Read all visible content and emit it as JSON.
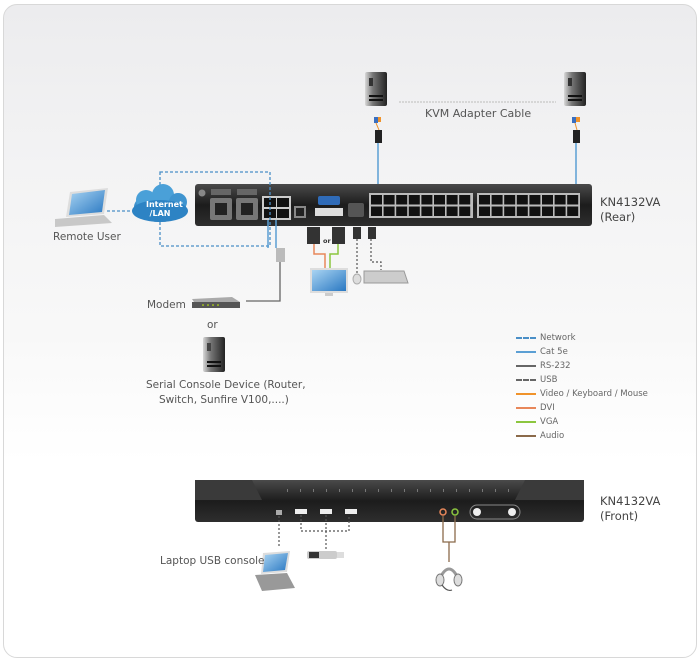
{
  "diagram": {
    "kvm_cable_label": "KVM Adapter Cable",
    "rear_unit": {
      "model": "KN4132VA",
      "view": "(Rear)"
    },
    "front_unit": {
      "model": "KN4132VA",
      "view": "(Front)"
    },
    "remote_user_label": "Remote User",
    "cloud_label_line1": "Internet",
    "cloud_label_line2": "/LAN",
    "modem_label": "Modem",
    "or_label": "or",
    "or_small_label": "or",
    "serial_device_line1": "Serial Console Device (Router,",
    "serial_device_line2": "Switch, Sunfire V100,....)",
    "laptop_usb_label": "Laptop USB console"
  },
  "legend": [
    {
      "label": "Network",
      "color": "#4a8fc7",
      "style": "dashed"
    },
    {
      "label": "Cat 5e",
      "color": "#5b9fd4",
      "style": "solid"
    },
    {
      "label": "RS-232",
      "color": "#666666",
      "style": "solid"
    },
    {
      "label": "USB",
      "color": "#666666",
      "style": "dashed"
    },
    {
      "label": "Video / Keyboard / Mouse",
      "color": "#f0932b",
      "style": "solid"
    },
    {
      "label": "DVI",
      "color": "#e8875a",
      "style": "solid"
    },
    {
      "label": "VGA",
      "color": "#8cc63f",
      "style": "solid"
    },
    {
      "label": "Audio",
      "color": "#8b6a4a",
      "style": "solid"
    }
  ]
}
